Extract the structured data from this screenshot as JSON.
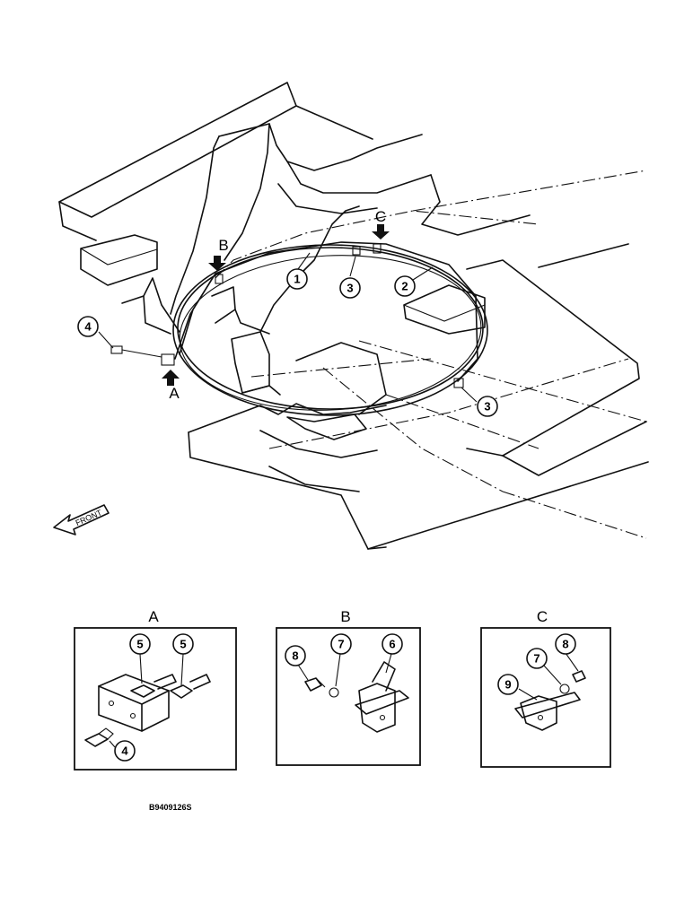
{
  "main_view": {
    "view_letters": {
      "a": "A",
      "b": "B",
      "c": "C"
    },
    "callouts": {
      "c1": "1",
      "c2": "2",
      "c3a": "3",
      "c3b": "3",
      "c4": "4"
    },
    "front_label": "FRONT"
  },
  "details": {
    "a": {
      "title": "A",
      "callouts": {
        "c5a": "5",
        "c5b": "5",
        "c4": "4"
      }
    },
    "b": {
      "title": "B",
      "callouts": {
        "c8": "8",
        "c7": "7",
        "c6": "6"
      }
    },
    "c": {
      "title": "C",
      "callouts": {
        "c8": "8",
        "c7": "7",
        "c9": "9"
      }
    }
  },
  "figure_code": "B9409126S"
}
